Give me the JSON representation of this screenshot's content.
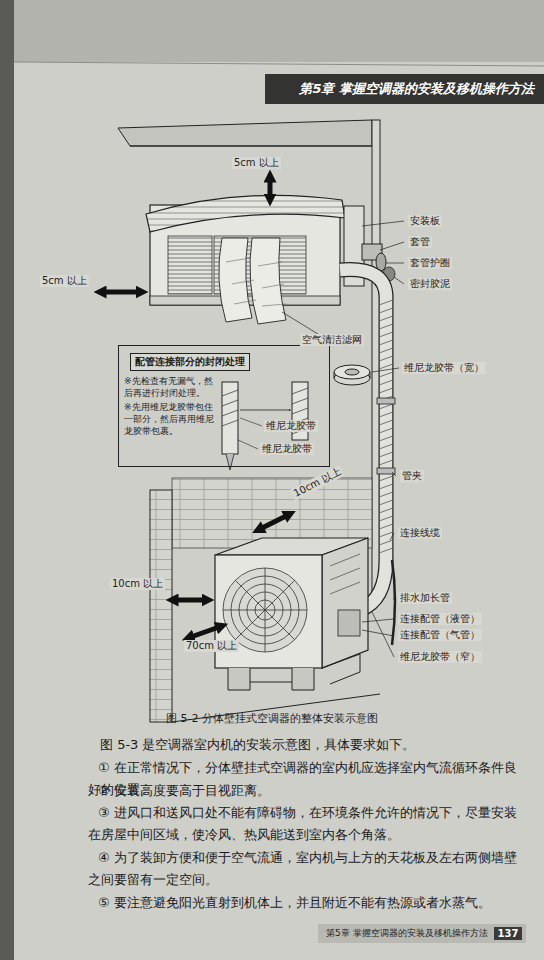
{
  "diagram": {
    "caption": "图 5-2 分体壁挂式空调器的整体安装示意图",
    "nodes": [
      {
        "text": [
          "第5章 掌握空调器的安装及移机操作方法"
        ]
      },
      {
        "text": [
          "配管连接部分的封闭处理",
          "※先检查有无漏气，然后再进行封闭处理。",
          "※先用维尼龙胶带包住一部分，然后再用维尼龙胶带包裹。"
        ]
      },
      {
        "text": [
          "第5章 掌握空调器的安装及移机操作方法",
          "137"
        ]
      }
    ],
    "labels": [
      "5cm 以上",
      "5cm 以上",
      "安装板",
      "套管",
      "套管护圈",
      "密封胶泥",
      "空气清洁滤网",
      "维尼龙胶带（宽）",
      "维尼龙胶带",
      "维尼龙胶带",
      "管夹",
      "10cm 以上",
      "连接线缆",
      "10cm 以上",
      "70cm 以上",
      "排水加长管",
      "连接配管（液管）",
      "连接配管（气管）",
      "维尼龙胶带（窄）",
      "图 5-3 是空调器室内机的安装示意图，具体要求如下。",
      "① 在正常情况下，分体壁挂式空调器的室内机应选择室内气流循环条件良好的位置。",
      "② 安装高度要高于目视距离。",
      "③ 进风口和送风口处不能有障碍物，在环境条件允许的情况下，尽量安装在房屋中间区域，使冷风、热风能送到室内各个角落。",
      "④ 为了装卸方便和便于空气流通，室内机与上方的天花板及左右两侧墙壁之间要留有一定空间。",
      "⑤ 要注意避免阳光直射到机体上，并且附近不能有热源或者水蒸气。"
    ]
  }
}
